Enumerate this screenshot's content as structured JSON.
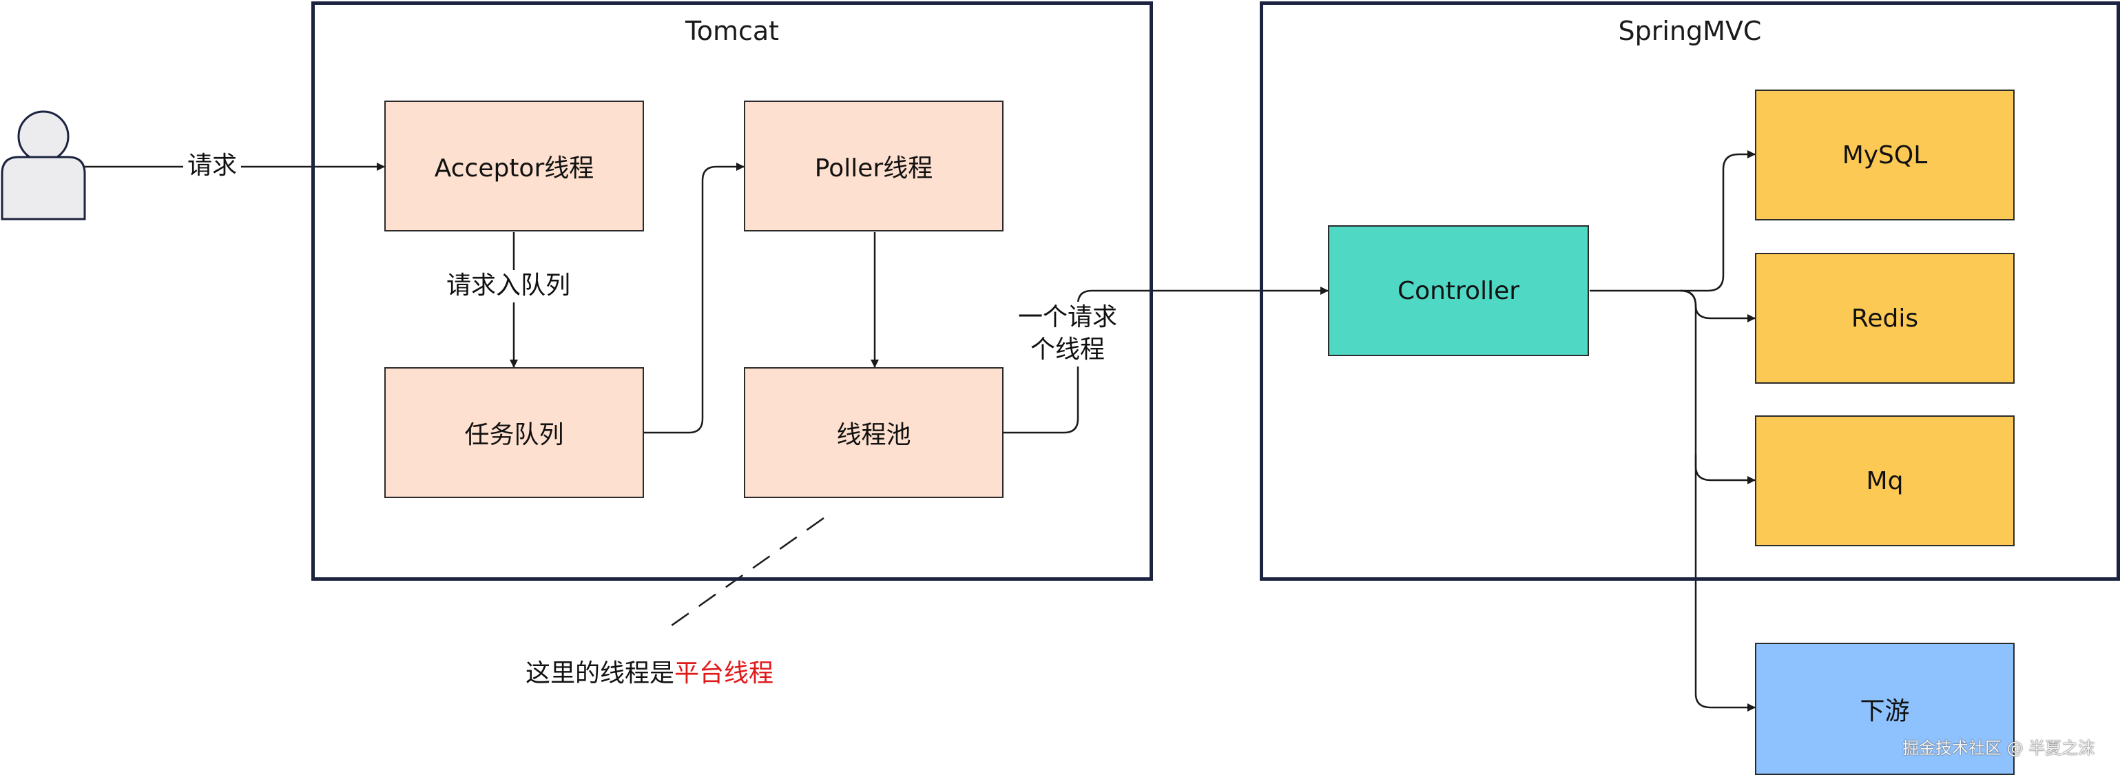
{
  "containers": {
    "tomcat": "Tomcat",
    "springmvc": "SpringMVC"
  },
  "nodes": {
    "acceptor": "Acceptor线程",
    "poller": "Poller线程",
    "task_queue": "任务队列",
    "thread_pool": "线程池",
    "controller": "Controller",
    "mysql": "MySQL",
    "redis": "Redis",
    "mq": "Mq",
    "downstream": "下游"
  },
  "edge_labels": {
    "request": "请求",
    "enqueue": "请求入队列",
    "one_request_line1": "一个请求",
    "one_request_line2": "个线程"
  },
  "note": {
    "prefix": "这里的线程是",
    "highlight": "平台线程"
  },
  "watermark": "掘金技术社区 @ 半夏之沫",
  "colors": {
    "peach": "#fde0cf",
    "teal": "#4fd8c4",
    "gold": "#fdc955",
    "blue": "#8ec2ff",
    "border": "#1c2340",
    "highlight": "#e0191a"
  },
  "icons": {
    "user": "user-icon"
  }
}
